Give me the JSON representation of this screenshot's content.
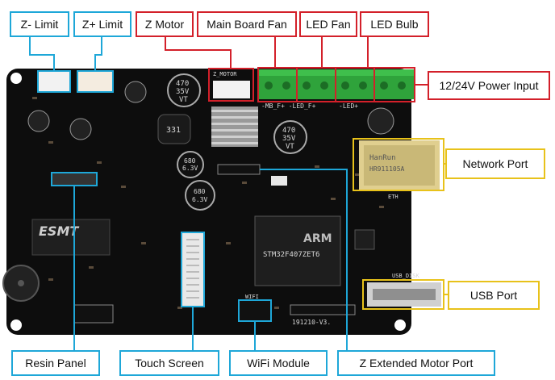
{
  "labels": {
    "z_minus_limit": "Z- Limit",
    "z_plus_limit": "Z+ Limit",
    "z_motor": "Z Motor",
    "main_board_fan": "Main Board Fan",
    "led_fan": "LED Fan",
    "led_bulb": "LED Bulb",
    "power_input": "12/24V Power Input",
    "network_port": "Network Port",
    "usb_port": "USB Port",
    "resin_panel": "Resin Panel",
    "touch_screen": "Touch Screen",
    "wifi_module": "WiFi Module",
    "z_extended_motor_port": "Z Extended Motor Port"
  },
  "board_text": {
    "z_motor_silk": "Z_MOTOR",
    "fan_silk": "-MB_F+ -LED_F+",
    "led_silk": "-LED+",
    "esmt": "ESMT",
    "arm": "ARM",
    "mcu": "STM32F407ZET6",
    "cap_470_a": "470",
    "cap_35v_a": "35V",
    "cap_vt_a": "VT",
    "cap_470_b": "470",
    "cap_35v_b": "35V",
    "cap_vt_b": "VT",
    "cap_680_a": "680",
    "cap_63v_a": "6.3V",
    "cap_680_b": "680",
    "cap_63v_b": "6.3V",
    "inductor": "331",
    "hanrun": "HanRun",
    "hanrun_code": "HR911105A",
    "eth": "ETH",
    "usb_disk": "USB_DISK",
    "wifi_silk": "WIFI",
    "version": "191210-V3."
  },
  "colors": {
    "board": "#0d0d0d",
    "blue_box": "#1ea7d8",
    "red_box": "#d3202a",
    "yellow_box": "#e8c21a",
    "terminal_green": "#2fa33b"
  }
}
